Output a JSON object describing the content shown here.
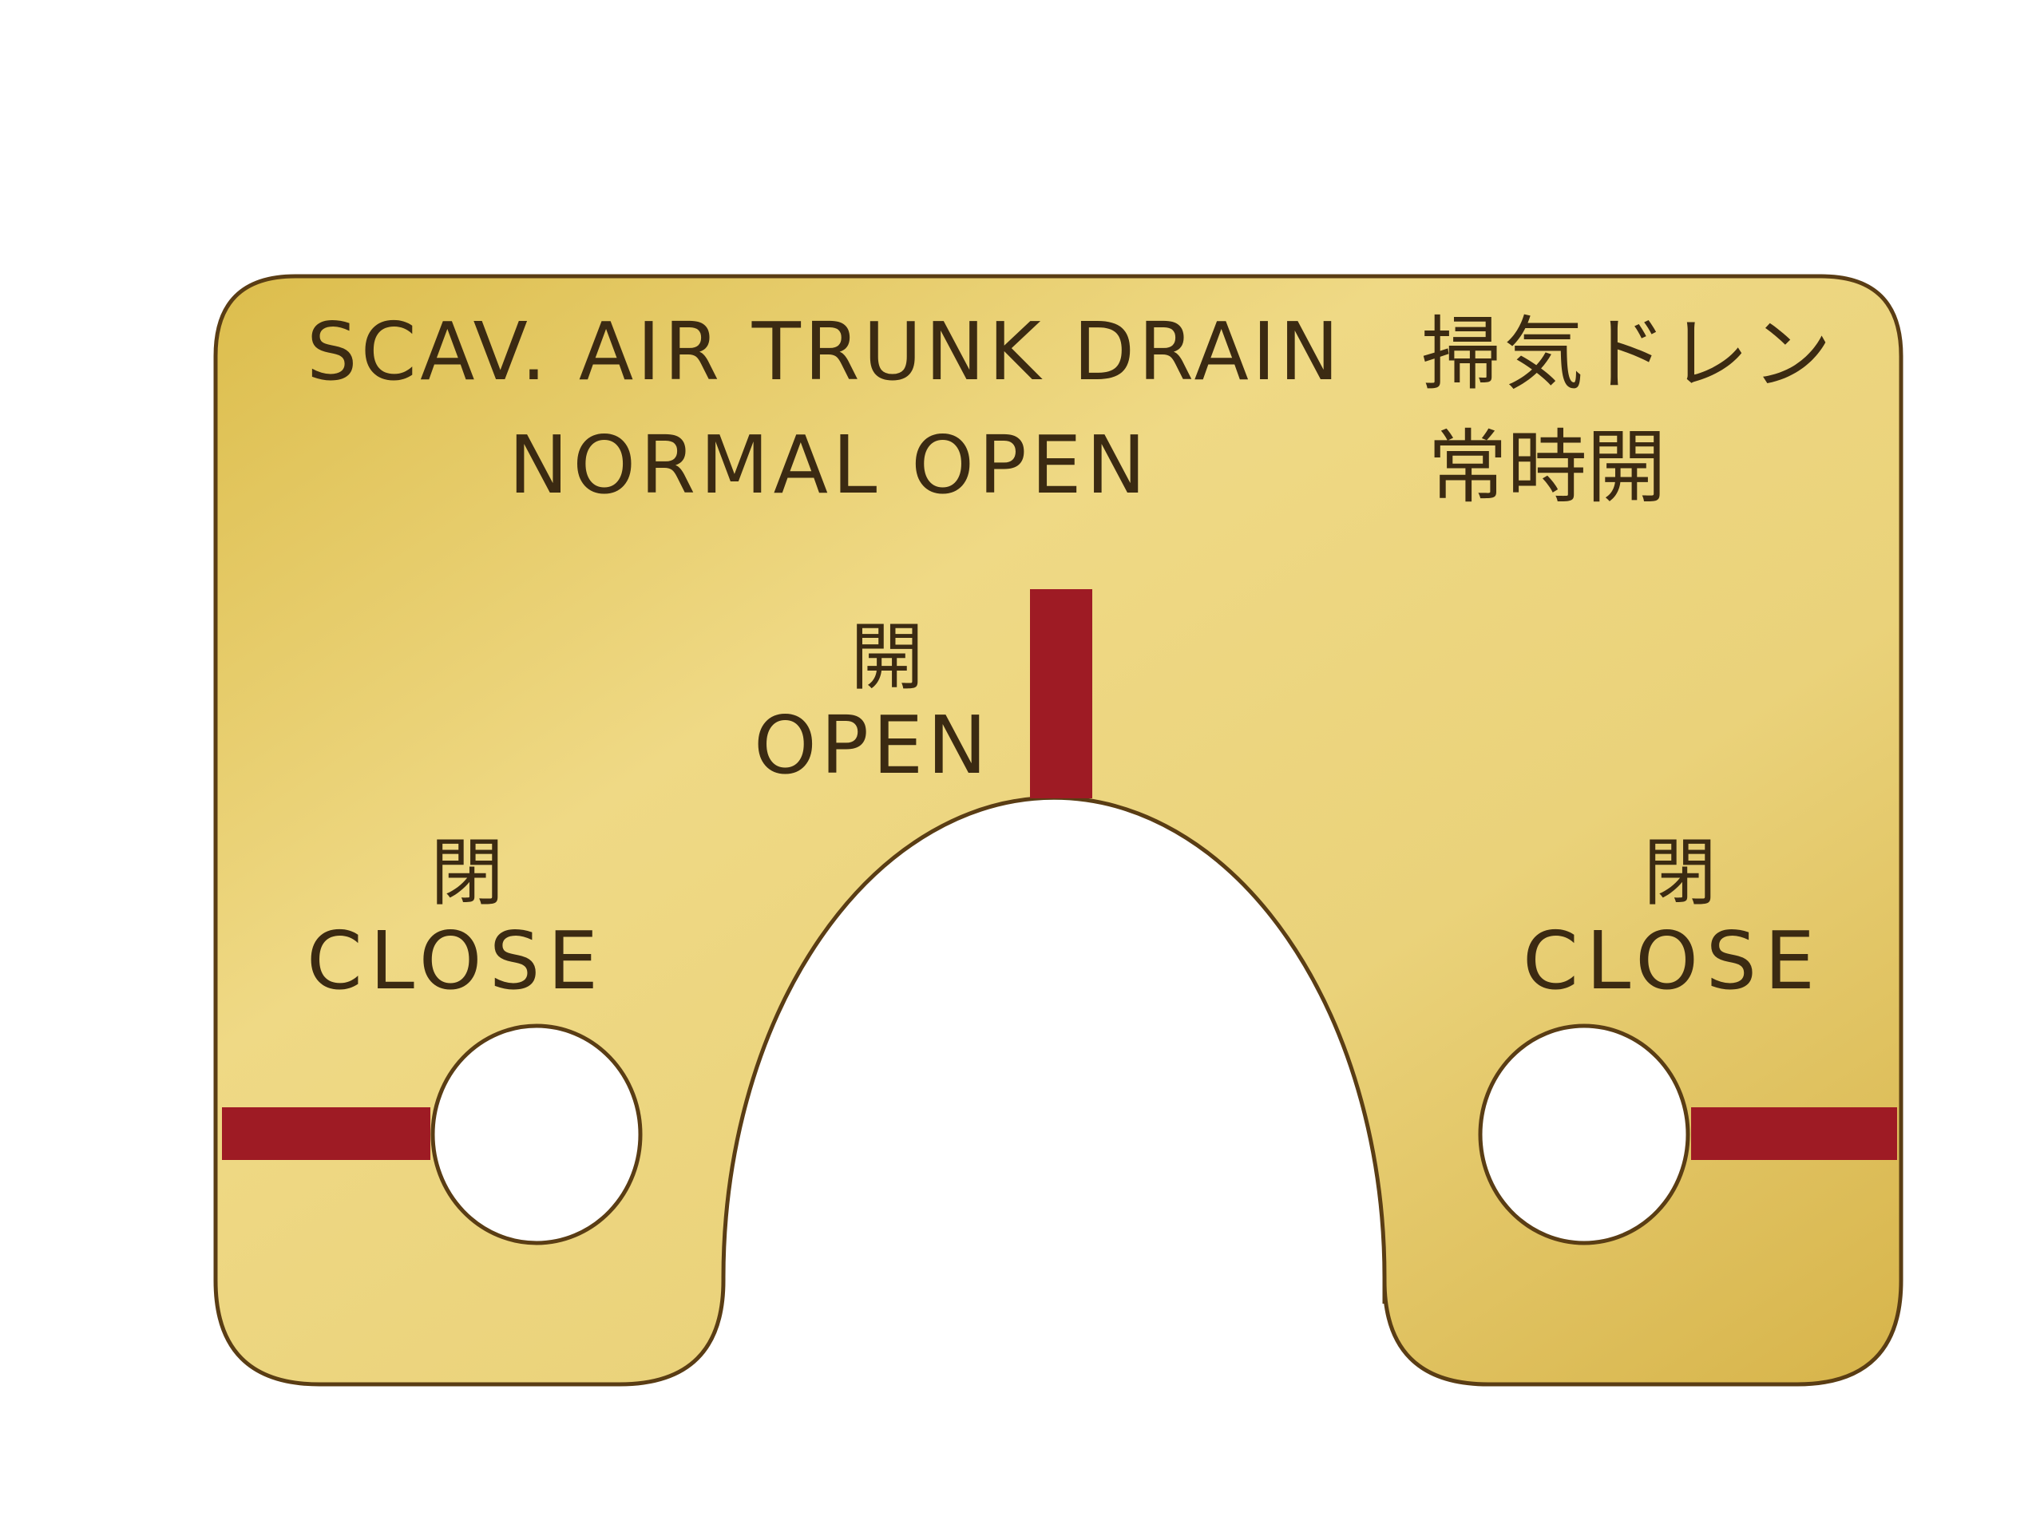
{
  "plate": {
    "title_en": "SCAV. AIR TRUNK DRAIN",
    "title_jp": "掃気ドレン",
    "subtitle_en": "NORMAL OPEN",
    "subtitle_jp": "常時開",
    "open_jp": "開",
    "open_en": "OPEN",
    "close_left_jp": "閉",
    "close_left_en": "CLOSE",
    "close_right_jp": "閉",
    "close_right_en": "CLOSE"
  },
  "colors": {
    "brass": "#e8cf6c",
    "engraving": "#3b2a12",
    "indicator_red": "#9e1b24"
  }
}
